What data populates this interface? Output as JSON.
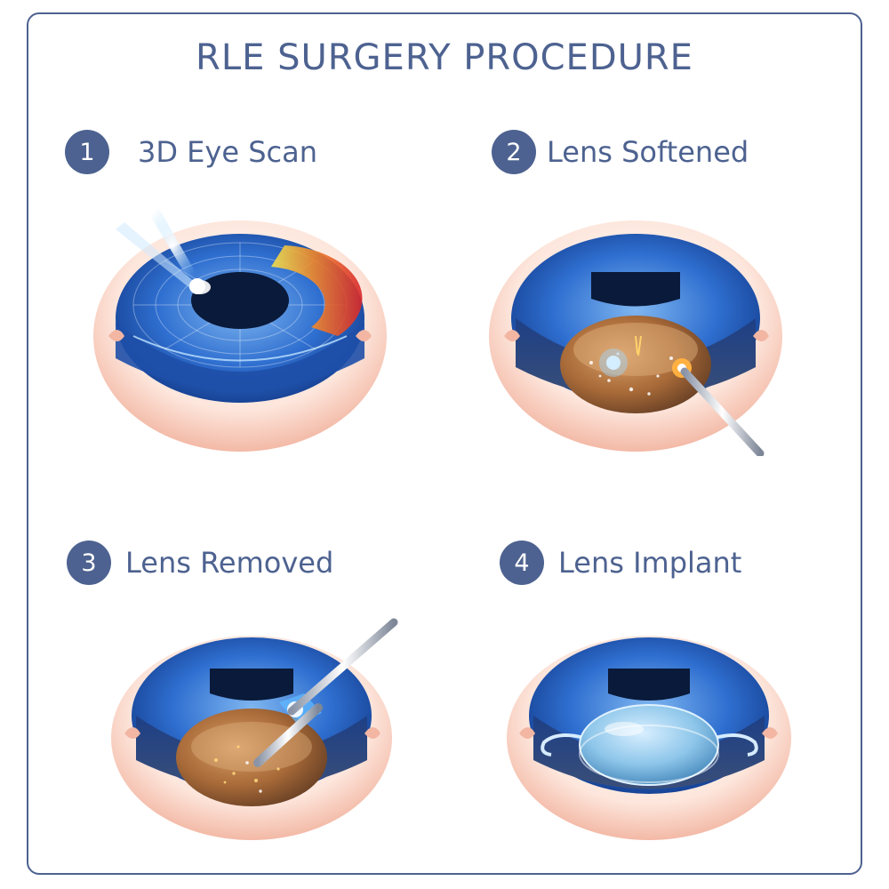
{
  "title": "RLE SURGERY PROCEDURE",
  "steps": [
    {
      "number": "1",
      "label": "3D Eye Scan",
      "illustration": "eye-laser-scan"
    },
    {
      "number": "2",
      "label": "Lens Softened",
      "illustration": "eye-lens-softened"
    },
    {
      "number": "3",
      "label": "Lens Removed",
      "illustration": "eye-lens-removed"
    },
    {
      "number": "4",
      "label": "Lens Implant",
      "illustration": "eye-lens-implant"
    }
  ],
  "colors": {
    "accent": "#4d6290",
    "iris": "#2a66c8",
    "sclera": "#f7cfc1",
    "lens_cloudy": "#b47a48",
    "implant": "#8ec6ea"
  }
}
